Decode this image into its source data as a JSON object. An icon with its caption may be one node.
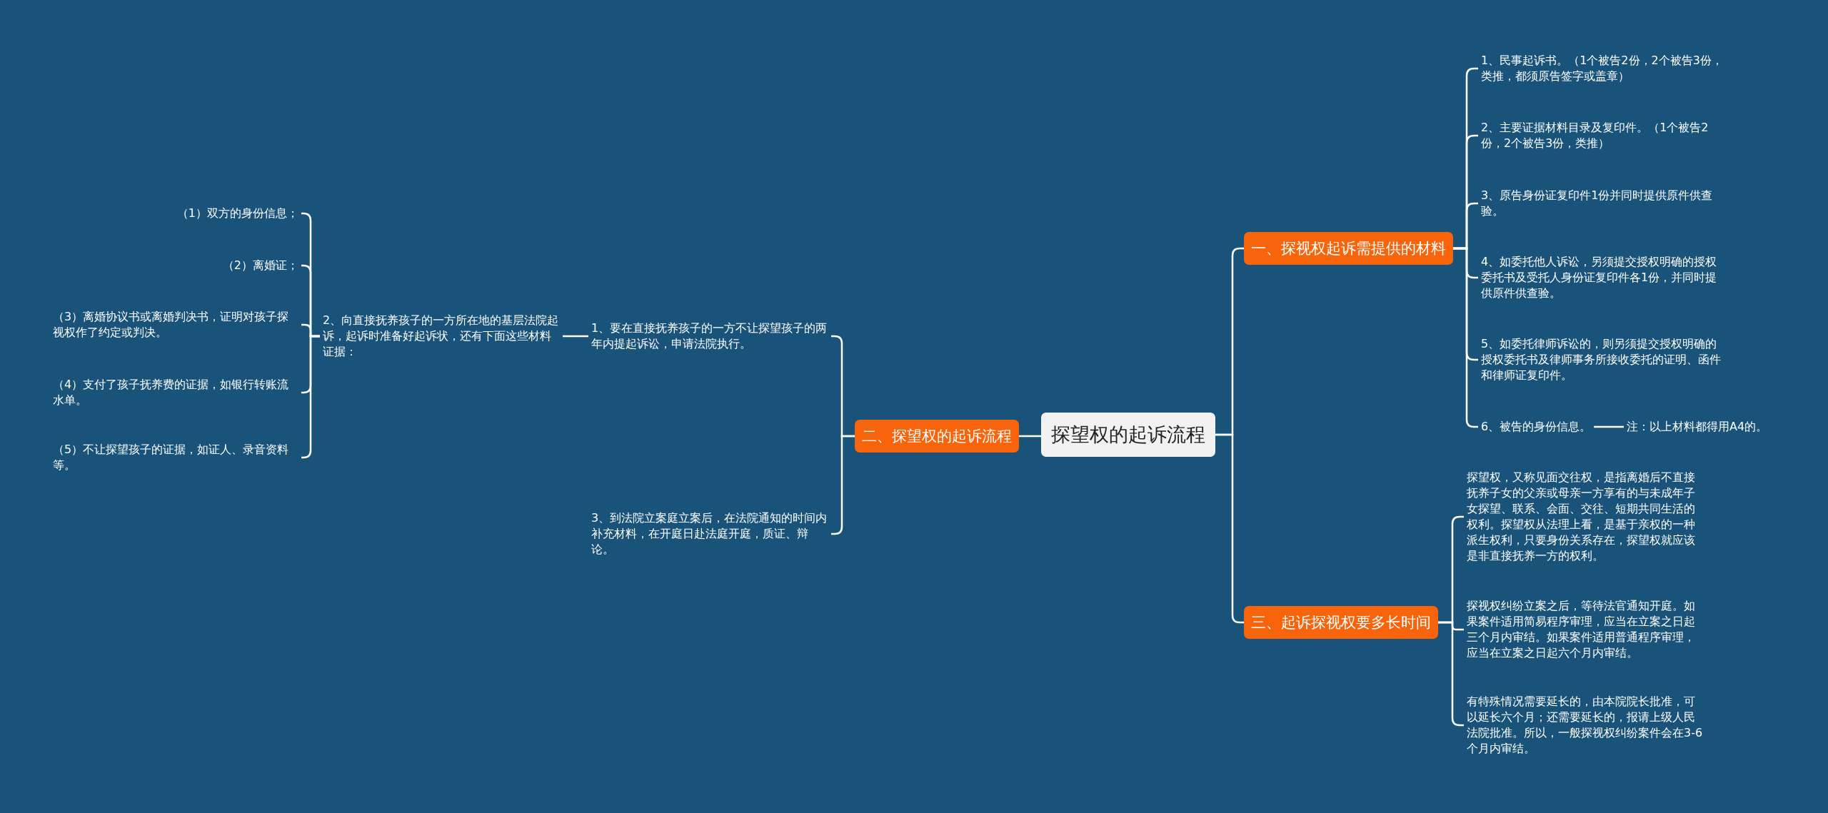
{
  "diagram": {
    "nodes": [
      {
        "text": [
          "探望权的起诉流程"
        ]
      },
      {
        "text": [
          "一、探视权起诉需提供的材料"
        ]
      },
      {
        "text": [
          "1、民事起诉书。（1个被告2份，2个被告3份，类推，都须原告签字或盖章）"
        ]
      },
      {
        "text": [
          "2、主要证据材料目录及复印件。（1个被告2份，2个被告3份，类推）"
        ]
      },
      {
        "text": [
          "3、原告身份证复印件1份并同时提供原件供查验。"
        ]
      },
      {
        "text": [
          "4、如委托他人诉讼，另须提交授权明确的授权委托书及受托人身份证复印件各1份，并同时提供原件供查验。"
        ]
      },
      {
        "text": [
          "5、如委托律师诉讼的，则另须提交授权明确的授权委托书及律师事务所接收委托的证明、函件和律师证复印件。"
        ]
      },
      {
        "text": [
          "6、被告的身份信息。"
        ]
      },
      {
        "text": [
          "注：以上材料都得用A4的。"
        ]
      },
      {
        "text": [
          "二、探望权的起诉流程"
        ]
      },
      {
        "text": [
          "1、要在直接抚养孩子的一方不让探望孩子的两年内提起诉讼，申请法院执行。"
        ]
      },
      {
        "text": [
          "2、向直接抚养孩子的一方所在地的基层法院起诉，起诉时准备好起诉状，还有下面这些材料证据："
        ]
      },
      {
        "text": [
          "（1）双方的身份信息；"
        ]
      },
      {
        "text": [
          "（2）离婚证；"
        ]
      },
      {
        "text": [
          "（3）离婚协议书或离婚判决书，证明对孩子探视权作了约定或判决。"
        ]
      },
      {
        "text": [
          "（4）支付了孩子抚养费的证据，如银行转账流水单。"
        ]
      },
      {
        "text": [
          "（5）不让探望孩子的证据，如证人、录音资料等。"
        ]
      },
      {
        "text": [
          "3、到法院立案庭立案后，在法院通知的时间内补充材料，在开庭日赴法庭开庭，质证、辩论。"
        ]
      },
      {
        "text": [
          "三、起诉探视权要多长时间"
        ]
      },
      {
        "text": [
          "探望权，又称见面交往权，是指离婚后不直接抚养子女的父亲或母亲一方享有的与未成年子女探望、联系、会面、交往、短期共同生活的权利。探望权从法理上看，是基于亲权的一种派生权利，只要身份关系存在，探望权就应该是非直接抚养一方的权利。"
        ]
      },
      {
        "text": [
          "探视权纠纷立案之后，等待法官通知开庭。如果案件适用简易程序审理，应当在立案之日起三个月内审结。如果案件适用普通程序审理，应当在立案之日起六个月内审结。"
        ]
      },
      {
        "text": [
          "有特殊情况需要延长的，由本院院长批准，可以延长六个月；还需要延长的，报请上级人民法院批准。所以，一般探视权纠纷案件会在3-6个月内审结。"
        ]
      }
    ],
    "edges": [
      {
        "from": 0,
        "to": 1,
        "arrow": "none"
      },
      {
        "from": 1,
        "to": 2,
        "arrow": "none"
      },
      {
        "from": 1,
        "to": 3,
        "arrow": "none"
      },
      {
        "from": 1,
        "to": 4,
        "arrow": "none"
      },
      {
        "from": 1,
        "to": 5,
        "arrow": "none"
      },
      {
        "from": 1,
        "to": 6,
        "arrow": "none"
      },
      {
        "from": 1,
        "to": 7,
        "arrow": "none"
      },
      {
        "from": 7,
        "to": 8,
        "arrow": "none"
      },
      {
        "from": 0,
        "to": 9,
        "arrow": "none"
      },
      {
        "from": 9,
        "to": 10,
        "arrow": "none"
      },
      {
        "from": 10,
        "to": 11,
        "arrow": "none"
      },
      {
        "from": 11,
        "to": 12,
        "arrow": "none"
      },
      {
        "from": 11,
        "to": 13,
        "arrow": "none"
      },
      {
        "from": 11,
        "to": 14,
        "arrow": "none"
      },
      {
        "from": 11,
        "to": 15,
        "arrow": "none"
      },
      {
        "from": 11,
        "to": 16,
        "arrow": "none"
      },
      {
        "from": 9,
        "to": 17,
        "arrow": "none"
      },
      {
        "from": 0,
        "to": 18,
        "arrow": "none"
      },
      {
        "from": 18,
        "to": 19,
        "arrow": "none"
      },
      {
        "from": 18,
        "to": 20,
        "arrow": "none"
      },
      {
        "from": 18,
        "to": 21,
        "arrow": "none"
      }
    ]
  }
}
